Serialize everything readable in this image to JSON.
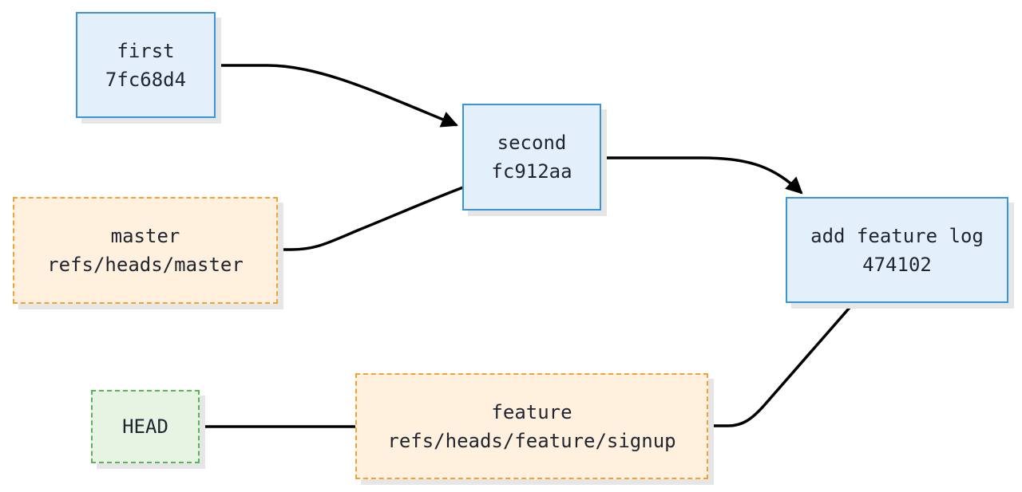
{
  "nodes": {
    "first": {
      "name": "first",
      "id": "7fc68d4"
    },
    "second": {
      "name": "second",
      "id": "fc912aa"
    },
    "feature_commit": {
      "name": "add feature log",
      "id": "474102"
    },
    "master": {
      "name": "master",
      "ref": "refs/heads/master"
    },
    "feature_branch": {
      "name": "feature",
      "ref": "refs/heads/feature/signup"
    },
    "head": {
      "name": "HEAD"
    }
  },
  "edges": [
    {
      "from": "first",
      "to": "second",
      "arrow": true
    },
    {
      "from": "master",
      "to": "second",
      "arrow": false
    },
    {
      "from": "second",
      "to": "add feature log",
      "arrow": true
    },
    {
      "from": "feature",
      "to": "add feature log",
      "arrow": false
    },
    {
      "from": "HEAD",
      "to": "feature",
      "arrow": false
    }
  ],
  "colors": {
    "commit_fill": "#e3f0fb",
    "commit_border": "#3b93d8",
    "branch_fill": "#fff1dd",
    "branch_border": "#f0a236",
    "head_fill": "#e7f4e4",
    "head_border": "#58b457",
    "edge": "#000000"
  }
}
